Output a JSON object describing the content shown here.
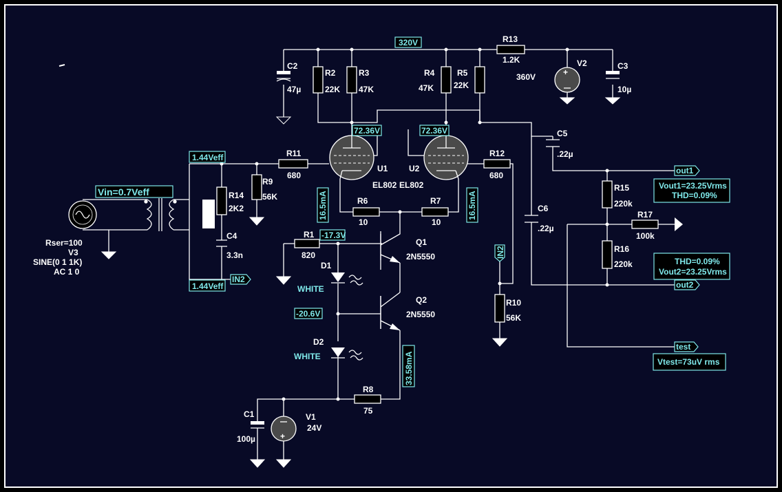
{
  "probes": {
    "supply_320": "320V",
    "anode_u1": "72.36V",
    "anode_u2": "72.36V",
    "grid_in_top": "1.44Veff",
    "grid_in_bottom": "1.44Veff",
    "vin": "Vin=0.7Veff",
    "cur_u1": "16.5mA",
    "cur_u2": "16.5mA",
    "q1_base": "-17.3V",
    "q2_base": "-20.6V",
    "cur_q2": "33.58mA",
    "in2_left": "IN2",
    "in2_right": "IN2",
    "out1": "out1",
    "out2": "out2",
    "test": "test"
  },
  "notes": {
    "out1_line1": "Vout1=23.25Vrms",
    "out1_line2": "THD=0.09%",
    "out2_line1": "THD=0.09%",
    "out2_line2": "Vout2=23.25Vrms",
    "test": "Vtest=73uV rms"
  },
  "components": {
    "r1": {
      "ref": "R1",
      "value": "820"
    },
    "r2": {
      "ref": "R2",
      "value": "22K"
    },
    "r3": {
      "ref": "R3",
      "value": "47K"
    },
    "r4": {
      "ref": "R4",
      "value": "47K"
    },
    "r5": {
      "ref": "R5",
      "value": "22K"
    },
    "r6": {
      "ref": "R6",
      "value": "10"
    },
    "r7": {
      "ref": "R7",
      "value": "10"
    },
    "r8": {
      "ref": "R8",
      "value": "75"
    },
    "r9": {
      "ref": "R9",
      "value": "56K"
    },
    "r10": {
      "ref": "R10",
      "value": "56K"
    },
    "r11": {
      "ref": "R11",
      "value": "680"
    },
    "r12": {
      "ref": "R12",
      "value": "680"
    },
    "r13": {
      "ref": "R13",
      "value": "1.2K"
    },
    "r14": {
      "ref": "R14",
      "value": "2K2"
    },
    "r15": {
      "ref": "R15",
      "value": "220k"
    },
    "r16": {
      "ref": "R16",
      "value": "220k"
    },
    "r17": {
      "ref": "R17",
      "value": "100k"
    },
    "c1": {
      "ref": "C1",
      "value": "100µ"
    },
    "c2": {
      "ref": "C2",
      "value": "47µ"
    },
    "c3": {
      "ref": "C3",
      "value": "10µ"
    },
    "c4": {
      "ref": "C4",
      "value": "3.3n"
    },
    "c5": {
      "ref": "C5",
      "value": ".22µ"
    },
    "c6": {
      "ref": "C6",
      "value": ".22µ"
    },
    "u1": {
      "ref": "U1",
      "value": "EL802"
    },
    "u2": {
      "ref": "U2",
      "value": "EL802"
    },
    "q1": {
      "ref": "Q1",
      "value": "2N5550"
    },
    "q2": {
      "ref": "Q2",
      "value": "2N5550"
    },
    "d1": {
      "ref": "D1",
      "value": "WHITE"
    },
    "d2": {
      "ref": "D2",
      "value": "WHITE"
    },
    "v1": {
      "ref": "V1",
      "value": "24V"
    },
    "v2": {
      "ref": "V2",
      "value": "360V"
    },
    "v3": {
      "ref": "V3",
      "rser": "Rser=100",
      "line2": "SINE(0 1 1K)",
      "line3": "AC 1 0"
    }
  }
}
